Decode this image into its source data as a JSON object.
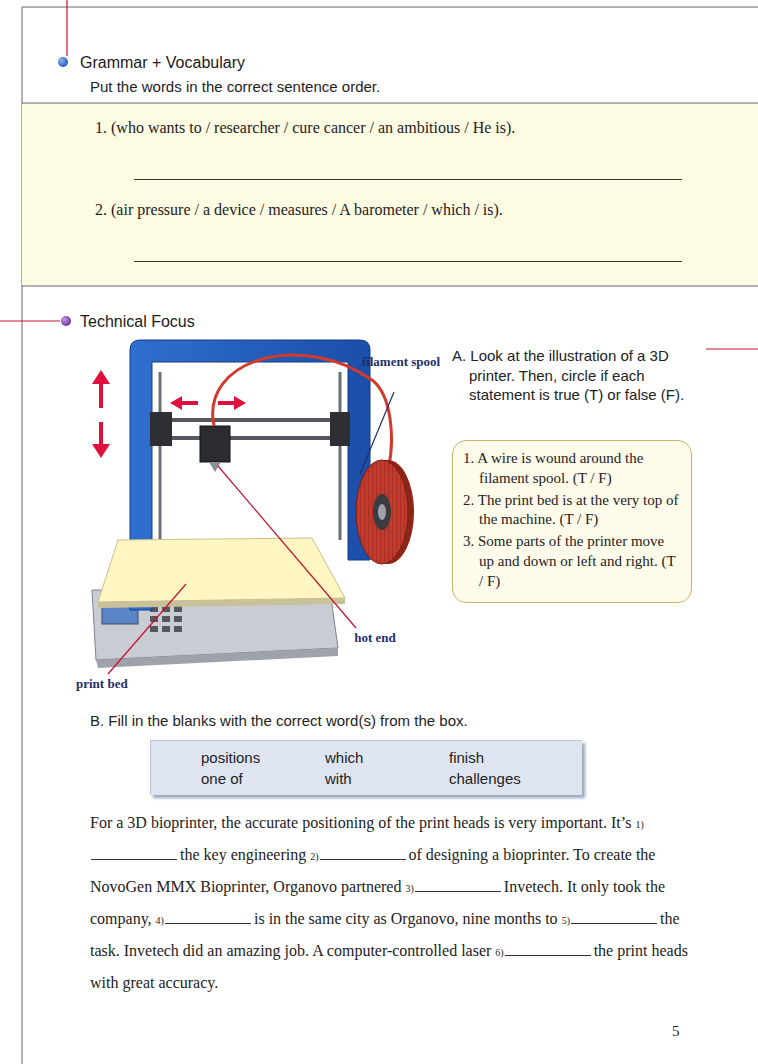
{
  "diagram": {
    "nodes": [
      {
        "text": [
          "1. (who wants to / researcher / cure cancer / an ambitious / He is).",
          "2. (air pressure / a device / measures / A barometer / which / is)."
        ]
      },
      {
        "text": [
          "1. A wire is wound around the filament spool.  (T / F)",
          "2. The print bed is at the very top of the machine. (T / F)",
          "3. Some parts of the printer move up and down or left and right.  (T / F)"
        ]
      },
      {
        "text": [
          "positions",
          "which",
          "finish",
          "one of",
          "with",
          "challenges"
        ]
      }
    ],
    "labels": [
      "Grammar + Vocabulary",
      "Put the words in the correct sentence order.",
      "Technical Focus",
      "A. Look at the illustration of a 3D printer. Then, circle if each statement is true (T) or false (F).",
      "filament spool",
      "hot end",
      "print bed",
      "B. Fill in the blanks with the correct word(s) from the box.",
      "For a 3D bioprinter, the accurate positioning of the print heads is very important. It’s",
      "1)",
      "the key engineering",
      "2)",
      "of designing a bioprinter. To create the NovoGen MMX Bioprinter, Organovo partnered",
      "3)",
      "Invetech. It only took the company,",
      "4)",
      "is in the same city as Organovo, nine months to",
      "5)",
      "the task. Invetech did an amazing job. A computer-controlled laser",
      "6)",
      "the print heads with great accuracy.",
      "5"
    ]
  }
}
